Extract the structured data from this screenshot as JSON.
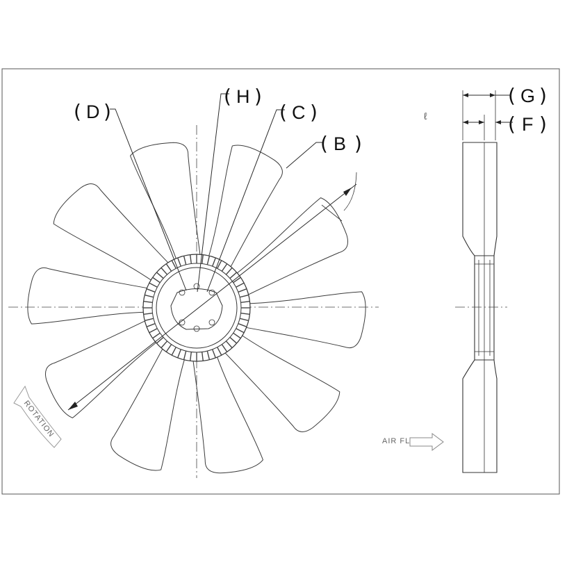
{
  "callouts": {
    "b": "B",
    "c": "C",
    "d": "D",
    "f": "F",
    "g": "G",
    "h": "H"
  },
  "annotations": {
    "rotation": "ROTATION",
    "air_flow": "AIR FLOW"
  },
  "fan": {
    "blade_count": 10,
    "hub_teeth": 52
  }
}
